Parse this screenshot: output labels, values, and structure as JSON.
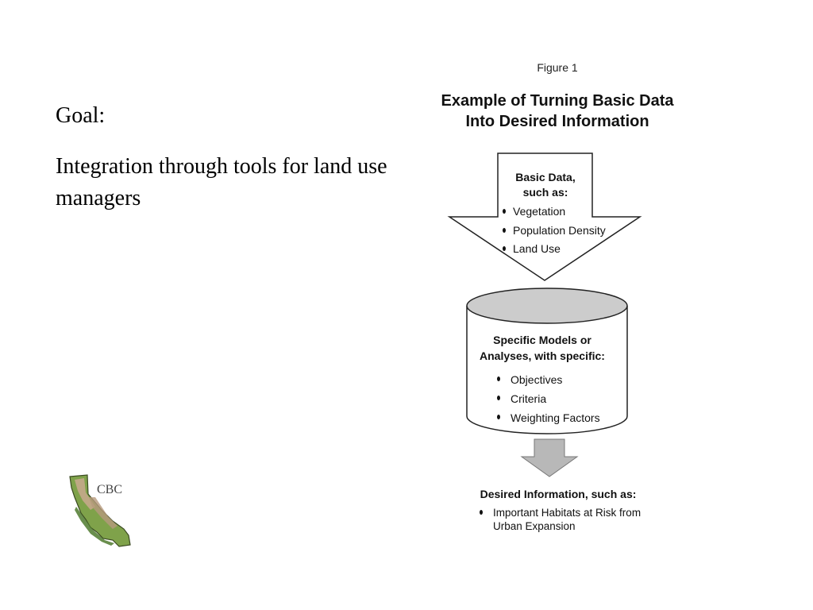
{
  "slide": {
    "goal_label": "Goal:",
    "goal_text": "Integration through tools for land use managers"
  },
  "figure": {
    "caption": "Figure 1",
    "title_line1": "Example of Turning Basic Data",
    "title_line2": "Into Desired Information",
    "input": {
      "heading_line1": "Basic Data,",
      "heading_line2": "such as:",
      "items": [
        "Vegetation",
        "Population Density",
        "Land Use"
      ]
    },
    "process": {
      "heading_line1": "Specific Models or",
      "heading_line2": "Analyses, with specific:",
      "items": [
        "Objectives",
        "Criteria",
        "Weighting Factors"
      ]
    },
    "output": {
      "heading": "Desired Information, such as:",
      "item_line1": "Important Habitats at Risk from",
      "item_line2": "Urban Expansion"
    }
  },
  "logo": {
    "text": "CBC",
    "icon": "california-map-icon"
  },
  "colors": {
    "cylinder_top": "#cccccc",
    "arrow_gray": "#b8b8b8",
    "stroke": "#222222"
  }
}
